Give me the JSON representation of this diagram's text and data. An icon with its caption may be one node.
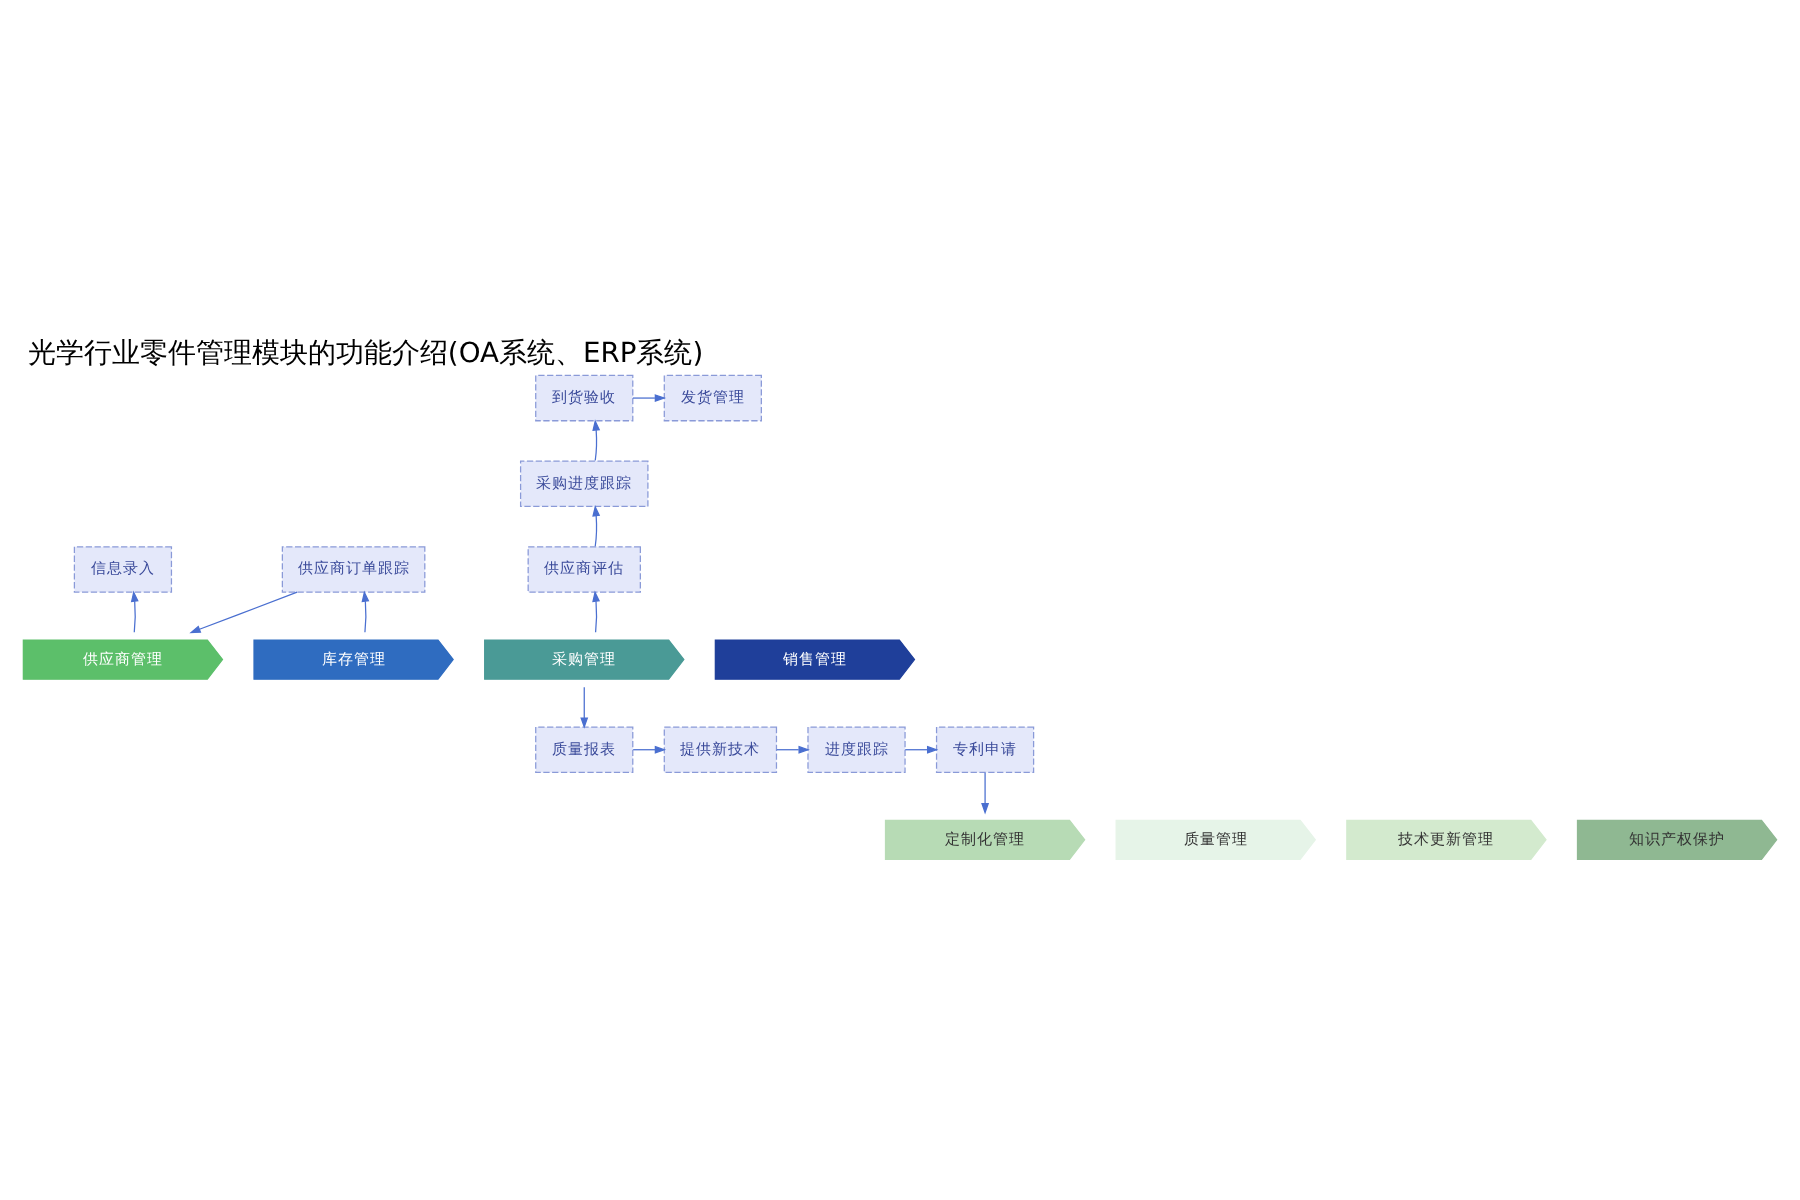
{
  "diagram": {
    "title": "光学行业零件管理模块的功能介绍(OA系统、ERP系统)",
    "nodes": [
      {
        "text": [
          "供应商管理"
        ]
      },
      {
        "text": [
          "采购管理"
        ]
      },
      {
        "text": [
          "库存管理"
        ]
      },
      {
        "text": [
          "销售管理"
        ]
      },
      {
        "text": [
          "信息录入"
        ]
      },
      {
        "text": [
          "供应商评估"
        ]
      },
      {
        "text": [
          "采购进度跟踪"
        ]
      },
      {
        "text": [
          "到货验收"
        ]
      },
      {
        "text": [
          "发货管理"
        ]
      },
      {
        "text": [
          "供应商订单跟踪"
        ]
      },
      {
        "text": [
          "质量报表"
        ]
      },
      {
        "text": [
          "提供新技术"
        ]
      },
      {
        "text": [
          "进度跟踪"
        ]
      },
      {
        "text": [
          "专利申请"
        ]
      },
      {
        "text": [
          "质量管理"
        ]
      },
      {
        "text": [
          "技术更新管理"
        ]
      },
      {
        "text": [
          "定制化管理"
        ]
      },
      {
        "text": [
          "知识产权保护"
        ]
      }
    ],
    "edges": [
      {
        "from": 0,
        "to": 4,
        "arrow": "to"
      },
      {
        "from": 1,
        "to": 5,
        "arrow": "to"
      },
      {
        "from": 5,
        "to": 6,
        "arrow": "to"
      },
      {
        "from": 6,
        "to": 7,
        "arrow": "to"
      },
      {
        "from": 7,
        "to": 8,
        "arrow": "to"
      },
      {
        "from": 2,
        "to": 9,
        "arrow": "to"
      },
      {
        "from": 9,
        "to": 0,
        "arrow": "to"
      },
      {
        "from": 1,
        "to": 10,
        "arrow": "to"
      },
      {
        "from": 10,
        "to": 11,
        "arrow": "to"
      },
      {
        "from": 11,
        "to": 12,
        "arrow": "to"
      },
      {
        "from": 12,
        "to": 13,
        "arrow": "to"
      },
      {
        "from": 13,
        "to": 16,
        "arrow": "to"
      }
    ]
  }
}
